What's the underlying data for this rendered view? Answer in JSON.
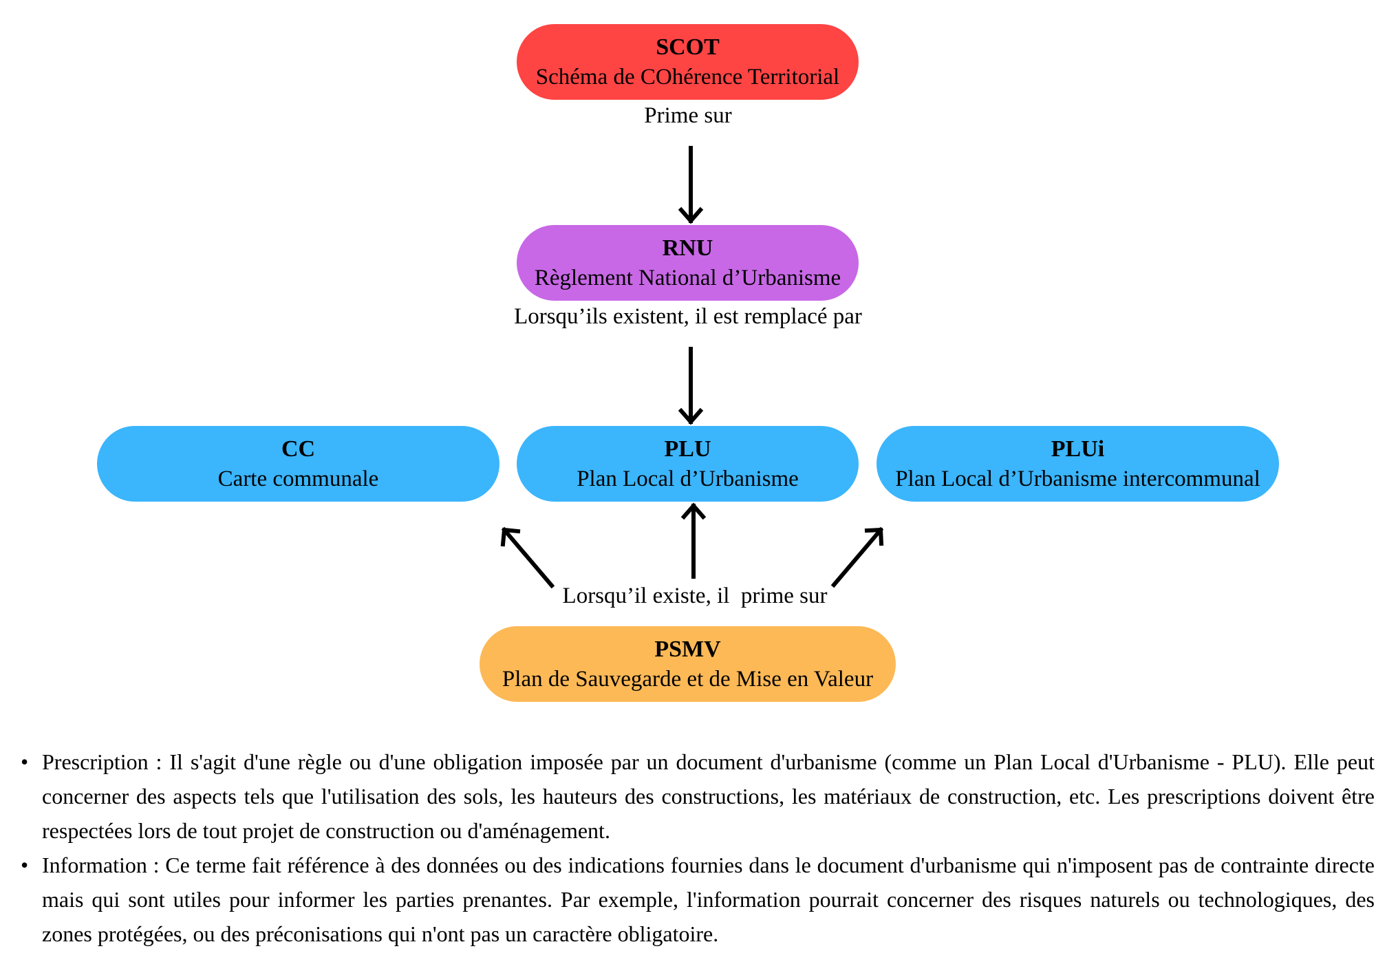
{
  "diagram": {
    "nodes": {
      "scot": {
        "abbr": "SCOT",
        "full": "Schéma de COhérence Territorial",
        "color": "#ff4444"
      },
      "rnu": {
        "abbr": "RNU",
        "full": "Règlement National d’Urbanisme",
        "color": "#c868e6"
      },
      "cc": {
        "abbr": "CC",
        "full": "Carte communale",
        "color": "#3bb5fc"
      },
      "plu": {
        "abbr": "PLU",
        "full": "Plan Local d’Urbanisme",
        "color": "#3bb5fc"
      },
      "plui": {
        "abbr": "PLUi",
        "full": "Plan Local d’Urbanisme intercommunal",
        "color": "#3bb5fc"
      },
      "psmv": {
        "abbr": "PSMV",
        "full": "Plan de Sauvegarde et de Mise en Valeur",
        "color": "#fdb956"
      }
    },
    "edges": {
      "scot_rnu": "Prime sur",
      "rnu_plu": "Lorsqu’ils existent, il est remplacé par",
      "psmv_docs": "Lorsqu’il existe, il  prime sur"
    }
  },
  "notes": [
    {
      "bullet": "•",
      "text": "Prescription : Il s'agit d'une règle ou d'une obligation imposée par un document d'urbanisme (comme un Plan Local d'Urbanisme - PLU). Elle peut concerner des aspects tels que l'utilisation des sols, les hauteurs des constructions, les matériaux de construction, etc. Les prescriptions doivent être respectées lors de tout projet de construction ou d'aménagement."
    },
    {
      "bullet": "•",
      "text": "Information : Ce terme fait référence à des données ou des indications fournies dans le document d'urbanisme qui n'imposent pas de contrainte directe mais qui sont utiles pour informer les parties prenantes. Par exemple, l'information pourrait concerner des risques naturels ou technologiques, des zones protégées, ou des préconisations qui n'ont pas un caractère obligatoire."
    }
  ]
}
